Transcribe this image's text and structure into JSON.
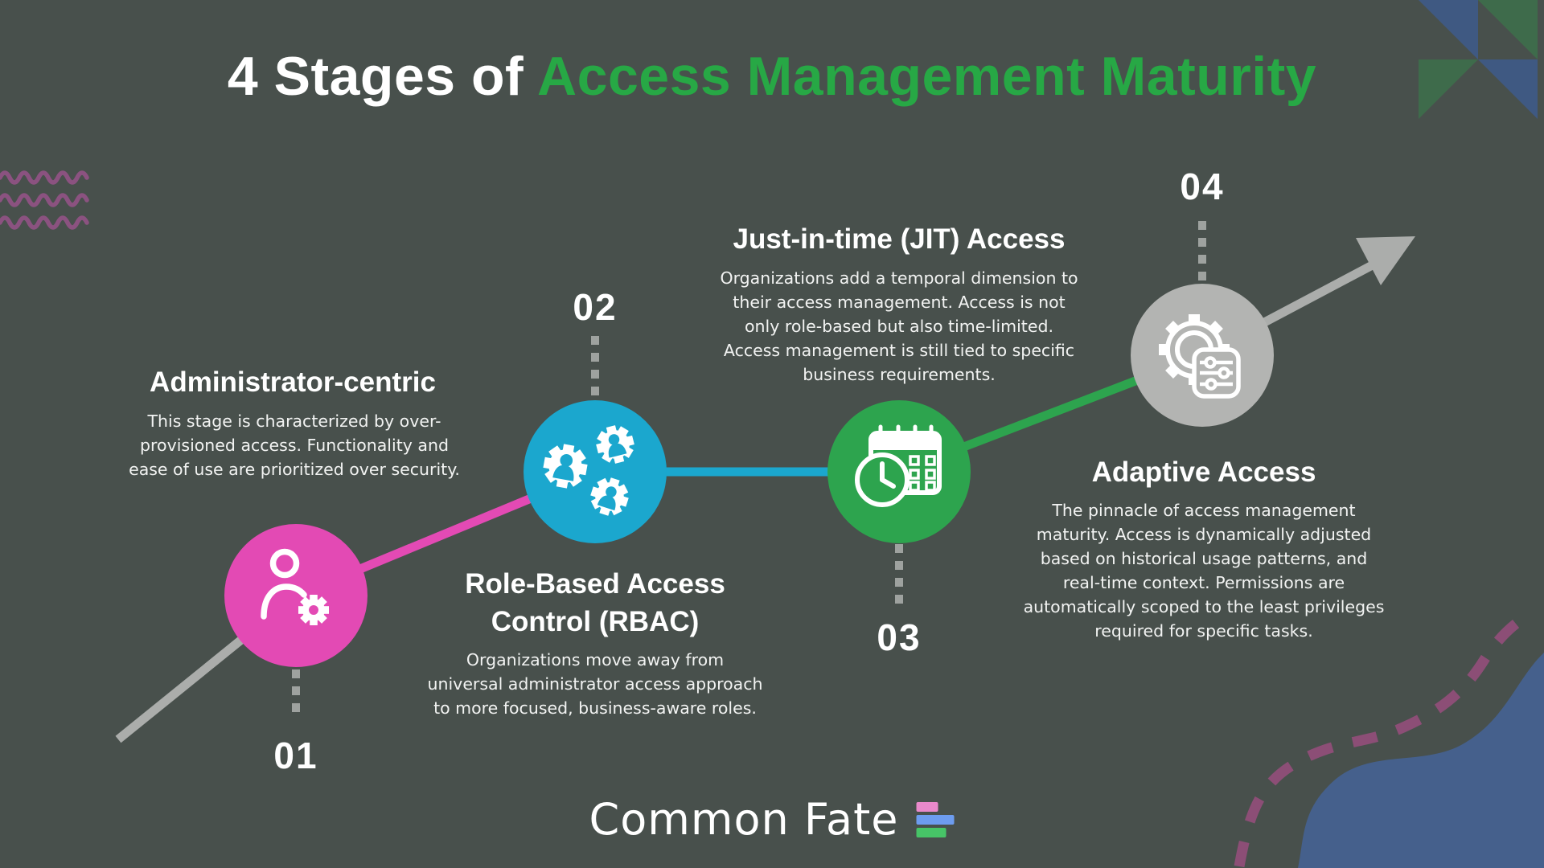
{
  "title": {
    "prefix": "4 Stages of ",
    "highlight": "Access Management Maturity",
    "highlight_color": "#27A845"
  },
  "stages": [
    {
      "number": "01",
      "name": "Administrator-centric",
      "description": "This stage is characterized by over-provisioned access. Functionality and ease of use are prioritized over security.",
      "color": "#E34AB4",
      "icon": "person-with-gear-icon"
    },
    {
      "number": "02",
      "name": "Role-Based Access Control (RBAC)",
      "description": "Organizations move away from universal administrator access approach to more focused, business-aware roles.",
      "color": "#1BA7CE",
      "icon": "three-user-gears-icon"
    },
    {
      "number": "03",
      "name": "Just-in-time (JIT) Access",
      "description": "Organizations add a temporal dimension to their access management. Access is not only role-based but also time-limited. Access management is still tied to specific business requirements.",
      "color": "#2DA44E",
      "icon": "calendar-clock-icon"
    },
    {
      "number": "04",
      "name": "Adaptive Access",
      "description": "The pinnacle of access management maturity. Access is dynamically adjusted based on historical usage patterns, and real-time context. Permissions are automatically scoped to the least privileges required for specific tasks.",
      "color": "#B3B4B2",
      "icon": "gear-with-sliders-icon"
    }
  ],
  "footer": {
    "brand": "Common Fate",
    "logo_bar_colors": [
      "#E989CB",
      "#6D9CEF",
      "#47C467"
    ]
  },
  "colors": {
    "background": "#48504C",
    "body_text": "#F2F3F2",
    "heading_text": "#FFFFFF",
    "line_gray": "#ABADAB",
    "dotted_connector": "#9EA29F",
    "decor_wave_purple": "#8B5280",
    "decor_dashed_plum": "#8C4E76",
    "decor_blob_blue": "#45608C",
    "decor_triangle_blue": "#3F5982",
    "decor_triangle_green": "#3E6B4B"
  }
}
